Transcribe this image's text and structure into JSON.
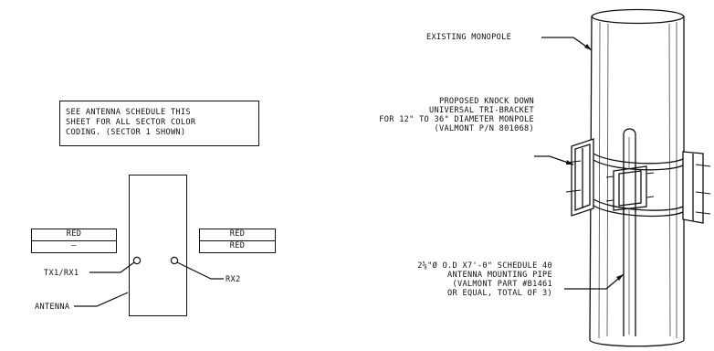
{
  "left": {
    "note_lines": [
      "SEE ANTENNA SCHEDULE THIS",
      "SHEET FOR ALL SECTOR COLOR",
      "CODING. (SECTOR 1 SHOWN)"
    ],
    "left_table": [
      "RED",
      "—"
    ],
    "right_table": [
      "RED",
      "RED"
    ],
    "port_label_left": "TX1/RX1",
    "port_label_right": "RX2",
    "antenna_label": "ANTENNA"
  },
  "right": {
    "monopole_label": "EXISTING MONOPOLE",
    "bracket_lines": [
      "PROPOSED KNOCK DOWN",
      "UNIVERSAL TRI-BRACKET",
      "FOR 12\" TO 36\" DIAMETER MONPOLE",
      "(VALMONT P/N 801068)"
    ],
    "pipe_lines": [
      "2⅝\"ø O.D x7'-0\" SCHEDULE 40",
      "ANTENNA MOUNTING PIPE",
      "(VALMONT PART #B1461",
      "OR EQUAL, TOTAL OF 3)"
    ]
  }
}
